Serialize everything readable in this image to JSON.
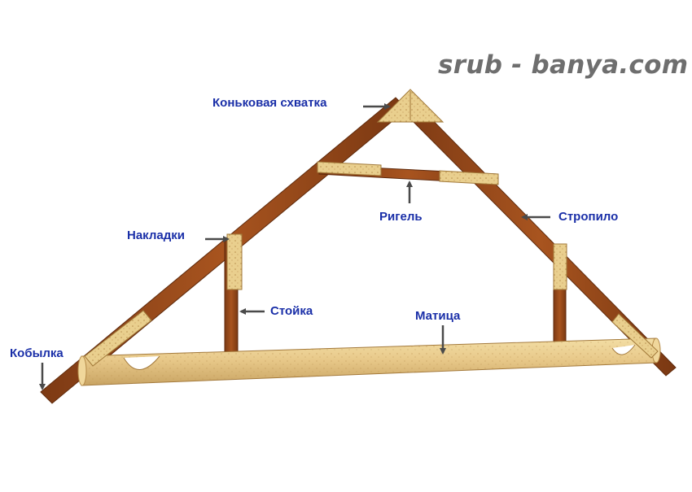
{
  "watermark": "srub - banya.com",
  "labels": {
    "ridge_tie": "Коньковая схватка",
    "collar_beam": "Ригель",
    "rafter": "Стропило",
    "plates": "Накладки",
    "post": "Стойка",
    "tie_beam": "Матица",
    "filly": "Кобылка"
  },
  "colors": {
    "label_text": "#1a2fa8",
    "watermark": "#6e6e6e",
    "rafter_wood": "#9a4a1c",
    "plate_wood": "#e9cf8e",
    "log_wood": "#e6c98a",
    "arrow": "#4a4a4a"
  }
}
